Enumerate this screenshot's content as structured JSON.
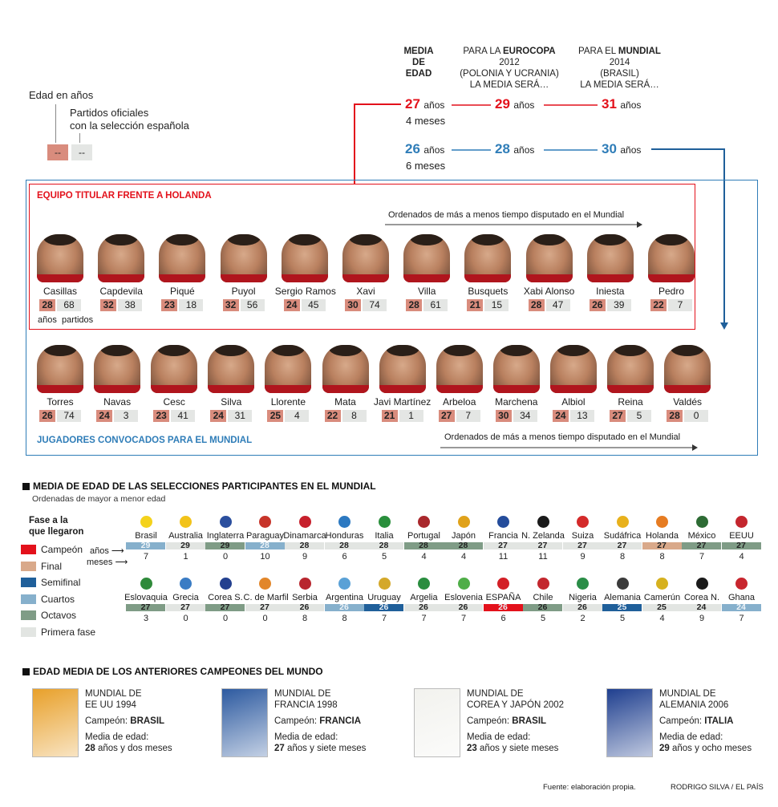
{
  "header": {
    "col1": [
      "MEDIA",
      "DE",
      "EDAD"
    ],
    "col2": {
      "line1_pre": "PARA LA ",
      "line1_bold": "EUROCOPA",
      "line2": "2012",
      "line3": "(POLONIA Y UCRANIA)",
      "line4": "LA MEDIA SERÁ…"
    },
    "col3": {
      "line1_pre": "PARA EL ",
      "line1_bold": "MUNDIAL",
      "line2": "2014",
      "line3": "(BRASIL)",
      "line4": "LA MEDIA SERÁ…"
    }
  },
  "legend_top": {
    "age_label": "Edad en años",
    "games_label_1": "Partidos oficiales",
    "games_label_2": "con la selección española",
    "age_placeholder": "--",
    "games_placeholder": "--"
  },
  "starters_row": {
    "now_num": "27",
    "now_unit": "años",
    "now_months": "4 meses",
    "euro_num": "29",
    "euro_unit": "años",
    "wc_num": "31",
    "wc_unit": "años"
  },
  "squad_row": {
    "now_num": "26",
    "now_unit": "años",
    "now_months": "6 meses",
    "euro_num": "28",
    "euro_unit": "años",
    "wc_num": "30",
    "wc_unit": "años"
  },
  "starters": {
    "title": "EQUIPO TITULAR FRENTE A HOLANDA",
    "sort_note": "Ordenados de más a menos tiempo disputado en el Mundial",
    "sub_age": "años",
    "sub_games": "partidos",
    "players": [
      {
        "name": "Casillas",
        "age": "28",
        "games": "68"
      },
      {
        "name": "Capdevila",
        "age": "32",
        "games": "38"
      },
      {
        "name": "Piqué",
        "age": "23",
        "games": "18"
      },
      {
        "name": "Puyol",
        "age": "32",
        "games": "56"
      },
      {
        "name": "Sergio Ramos",
        "age": "24",
        "games": "45"
      },
      {
        "name": "Xavi",
        "age": "30",
        "games": "74"
      },
      {
        "name": "Villa",
        "age": "28",
        "games": "61"
      },
      {
        "name": "Busquets",
        "age": "21",
        "games": "15"
      },
      {
        "name": "Xabi Alonso",
        "age": "28",
        "games": "47"
      },
      {
        "name": "Iniesta",
        "age": "26",
        "games": "39"
      },
      {
        "name": "Pedro",
        "age": "22",
        "games": "7"
      }
    ]
  },
  "squad": {
    "title": "JUGADORES CONVOCADOS PARA EL MUNDIAL",
    "sort_note": "Ordenados de más a menos tiempo disputado en el Mundial",
    "players": [
      {
        "name": "Torres",
        "age": "26",
        "games": "74"
      },
      {
        "name": "Navas",
        "age": "24",
        "games": "3"
      },
      {
        "name": "Cesc",
        "age": "23",
        "games": "41"
      },
      {
        "name": "Silva",
        "age": "24",
        "games": "31"
      },
      {
        "name": "Llorente",
        "age": "25",
        "games": "4"
      },
      {
        "name": "Mata",
        "age": "22",
        "games": "8"
      },
      {
        "name": "Javi Martínez",
        "age": "21",
        "games": "1"
      },
      {
        "name": "Arbeloa",
        "age": "27",
        "games": "7"
      },
      {
        "name": "Marchena",
        "age": "30",
        "games": "34"
      },
      {
        "name": "Albiol",
        "age": "24",
        "games": "13"
      },
      {
        "name": "Reina",
        "age": "27",
        "games": "5"
      },
      {
        "name": "Valdés",
        "age": "28",
        "games": "0"
      }
    ]
  },
  "teams_section": {
    "title": "MEDIA DE EDAD DE LAS SELECCIONES PARTICIPANTES EN EL MUNDIAL",
    "subtitle": "Ordenadas de mayor a menor edad",
    "phase_title_1": "Fase a la",
    "phase_title_2": "que llegaron",
    "row_label_age": "años",
    "row_label_games": "meses",
    "phases": [
      {
        "key": "campeon",
        "label": "Campeón",
        "color": "#e3111b"
      },
      {
        "key": "final",
        "label": "Final",
        "color": "#d9a98a"
      },
      {
        "key": "semifinal",
        "label": "Semifinal",
        "color": "#1f5f9a"
      },
      {
        "key": "cuartos",
        "label": "Cuartos",
        "color": "#86b0cc"
      },
      {
        "key": "octavos",
        "label": "Octavos",
        "color": "#7f9c86"
      },
      {
        "key": "primera",
        "label": "Primera fase",
        "color": "#e2e5e2"
      }
    ],
    "row1": [
      {
        "name": "Brasil",
        "age": "29",
        "months": "7",
        "phase": "cuartos",
        "flag": "#f4d21c"
      },
      {
        "name": "Australia",
        "age": "29",
        "months": "1",
        "phase": "primera",
        "flag": "#f2c31a"
      },
      {
        "name": "Inglaterra",
        "age": "29",
        "months": "0",
        "phase": "octavos",
        "flag": "#2b4f9e"
      },
      {
        "name": "Paraguay",
        "age": "28",
        "months": "10",
        "phase": "cuartos",
        "flag": "#c7342a"
      },
      {
        "name": "Dinamarca",
        "age": "28",
        "months": "9",
        "phase": "primera",
        "flag": "#c7202c"
      },
      {
        "name": "Honduras",
        "age": "28",
        "months": "6",
        "phase": "primera",
        "flag": "#2c79c1"
      },
      {
        "name": "Italia",
        "age": "28",
        "months": "5",
        "phase": "primera",
        "flag": "#2a8f3c"
      },
      {
        "name": "Portugal",
        "age": "28",
        "months": "4",
        "phase": "octavos",
        "flag": "#a9282c"
      },
      {
        "name": "Japón",
        "age": "28",
        "months": "4",
        "phase": "octavos",
        "flag": "#e0a21a"
      },
      {
        "name": "Francia",
        "age": "27",
        "months": "11",
        "phase": "primera",
        "flag": "#244c9b"
      },
      {
        "name": "N. Zelanda",
        "age": "27",
        "months": "11",
        "phase": "primera",
        "flag": "#1a1a1a"
      },
      {
        "name": "Suiza",
        "age": "27",
        "months": "9",
        "phase": "primera",
        "flag": "#d42a2a"
      },
      {
        "name": "Sudáfrica",
        "age": "27",
        "months": "8",
        "phase": "primera",
        "flag": "#e8b11c"
      },
      {
        "name": "Holanda",
        "age": "27",
        "months": "8",
        "phase": "final",
        "flag": "#e67c22"
      },
      {
        "name": "México",
        "age": "27",
        "months": "7",
        "phase": "octavos",
        "flag": "#2d6b34"
      },
      {
        "name": "EEUU",
        "age": "27",
        "months": "4",
        "phase": "octavos",
        "flag": "#c4262e"
      }
    ],
    "row2": [
      {
        "name": "Eslovaquia",
        "age": "27",
        "months": "3",
        "phase": "octavos",
        "flag": "#2f8a3a"
      },
      {
        "name": "Grecia",
        "age": "27",
        "months": "0",
        "phase": "primera",
        "flag": "#3a7cc4"
      },
      {
        "name": "Corea S.",
        "age": "27",
        "months": "0",
        "phase": "octavos",
        "flag": "#23408f"
      },
      {
        "name": "C. de Marfil",
        "age": "27",
        "months": "0",
        "phase": "primera",
        "flag": "#e2862a"
      },
      {
        "name": "Serbia",
        "age": "26",
        "months": "8",
        "phase": "primera",
        "flag": "#b8262e"
      },
      {
        "name": "Argentina",
        "age": "26",
        "months": "8",
        "phase": "cuartos",
        "flag": "#5aa1d6"
      },
      {
        "name": "Uruguay",
        "age": "26",
        "months": "7",
        "phase": "semifinal",
        "flag": "#d4a82a"
      },
      {
        "name": "Argelia",
        "age": "26",
        "months": "7",
        "phase": "primera",
        "flag": "#2a8d3f"
      },
      {
        "name": "Eslovenia",
        "age": "26",
        "months": "7",
        "phase": "primera",
        "flag": "#4fae48"
      },
      {
        "name": "ESPAÑA",
        "age": "26",
        "months": "6",
        "phase": "campeon",
        "flag": "#d31f26"
      },
      {
        "name": "Chile",
        "age": "26",
        "months": "5",
        "phase": "octavos",
        "flag": "#c3272e"
      },
      {
        "name": "Nigeria",
        "age": "26",
        "months": "2",
        "phase": "primera",
        "flag": "#2a8d47"
      },
      {
        "name": "Alemania",
        "age": "25",
        "months": "5",
        "phase": "semifinal",
        "flag": "#3b3b3b"
      },
      {
        "name": "Camerún",
        "age": "25",
        "months": "4",
        "phase": "primera",
        "flag": "#d6b11f"
      },
      {
        "name": "Corea N.",
        "age": "24",
        "months": "9",
        "phase": "primera",
        "flag": "#1a1a1a"
      },
      {
        "name": "Ghana",
        "age": "24",
        "months": "7",
        "phase": "cuartos",
        "flag": "#c8262e"
      }
    ]
  },
  "champions_section": {
    "title": "EDAD MEDIA DE LOS ANTERIORES CAMPEONES DEL MUNDO",
    "items": [
      {
        "line1": "MUNDIAL DE",
        "line2": "EE UU 1994",
        "champ_label": "Campeón: ",
        "champ": "BRASIL",
        "age_label": "Media de edad:",
        "age_bold": "28",
        "age_rest": " años y dos meses",
        "poster": "mundial-usa-1994-poster",
        "poster_color": "#e8a02a"
      },
      {
        "line1": "MUNDIAL DE",
        "line2": "FRANCIA 1998",
        "champ_label": "Campeón: ",
        "champ": "FRANCIA",
        "age_label": "Media de edad:",
        "age_bold": "27",
        "age_rest": " años y siete meses",
        "poster": "mundial-francia-1998-poster",
        "poster_color": "#2d5aa0"
      },
      {
        "line1": "MUNDIAL DE",
        "line2": "COREA Y JAPÓN 2002",
        "champ_label": "Campeón: ",
        "champ": "BRASIL",
        "age_label": "Media de edad:",
        "age_bold": "23",
        "age_rest": " años y siete meses",
        "poster": "mundial-2002-poster",
        "poster_color": "#f2f2ee"
      },
      {
        "line1": "MUNDIAL DE",
        "line2": "ALEMANIA 2006",
        "champ_label": "Campeón: ",
        "champ": "ITALIA",
        "age_label": "Media de edad:",
        "age_bold": "29",
        "age_rest": " años y ocho meses",
        "poster": "mundial-2006-poster",
        "poster_color": "#1f3f8f"
      }
    ]
  },
  "footer": {
    "source": "Fuente: elaboración propia.",
    "credit": "RODRIGO SILVA / EL PAÍS"
  },
  "colors": {
    "red": "#e3111b",
    "blue": "#2f7db8",
    "age_box": "#d98c7d",
    "games_box": "#e4e6e4"
  }
}
